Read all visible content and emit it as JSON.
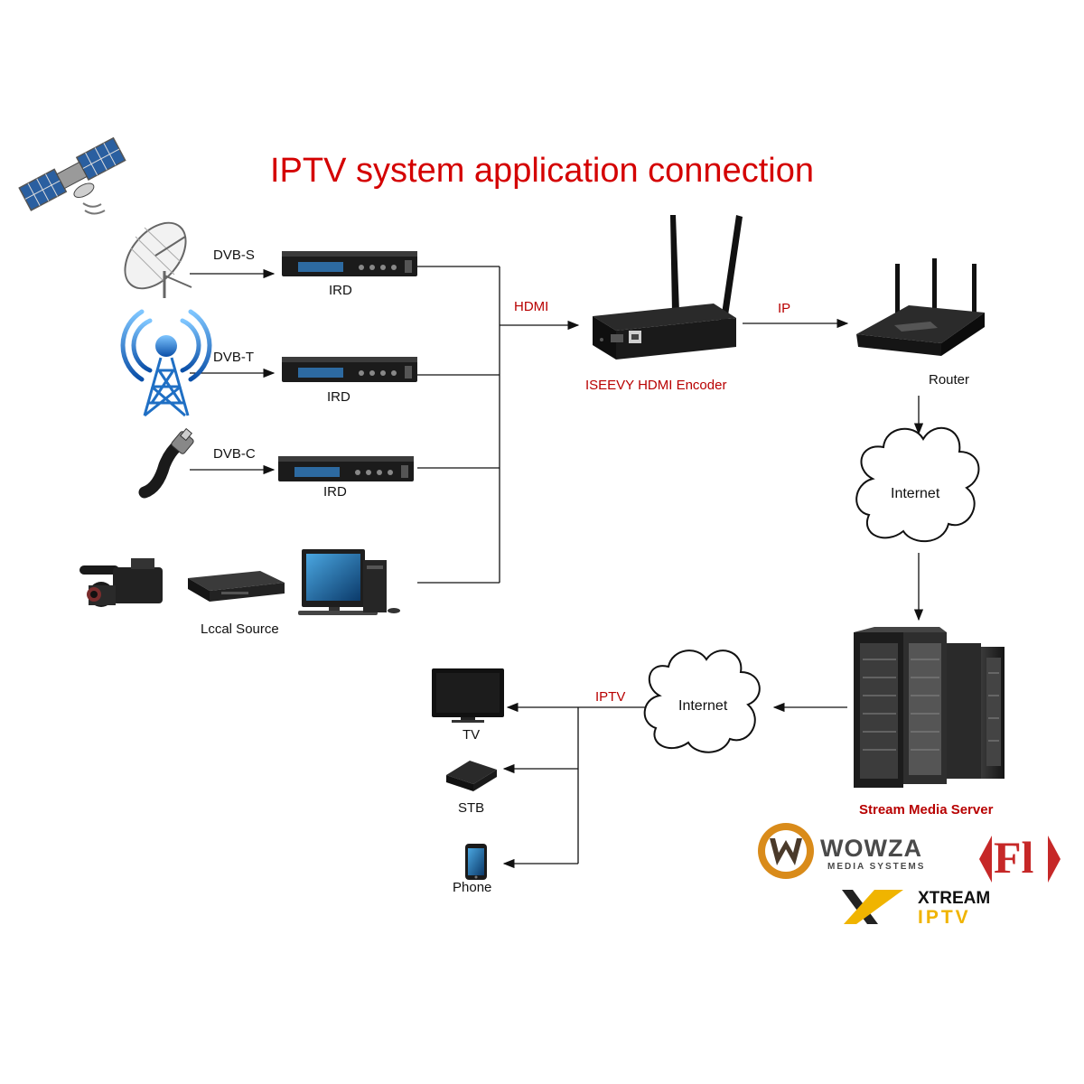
{
  "title": "IPTV system application connection",
  "inputs": {
    "dvbs_label": "DVB-S",
    "dvbt_label": "DVB-T",
    "dvbc_label": "DVB-C",
    "ird_label": "IRD",
    "local_source_label": "Lccal Source"
  },
  "links": {
    "hdmi_label": "HDMI",
    "ip_label": "IP",
    "iptv_label": "IPTV"
  },
  "devices": {
    "encoder_label": "ISEEVY HDMI Encoder",
    "router_label": "Router",
    "internet_label": "Internet",
    "server_label": "Stream Media Server",
    "tv_label": "TV",
    "stb_label": "STB",
    "phone_label": "Phone"
  },
  "logos": {
    "wowza_name": "WOWZA",
    "wowza_sub": "MEDIA SYSTEMS",
    "flussonic_mark": "Fl",
    "xtream_top": "XTREAM",
    "xtream_bottom": "IPTV"
  },
  "colors": {
    "title": "#d40000",
    "accent_label": "#b80000",
    "device_dark": "#1b1b1b",
    "antenna_blue": "#1f6fc4",
    "xtream_yellow": "#f0b400"
  }
}
